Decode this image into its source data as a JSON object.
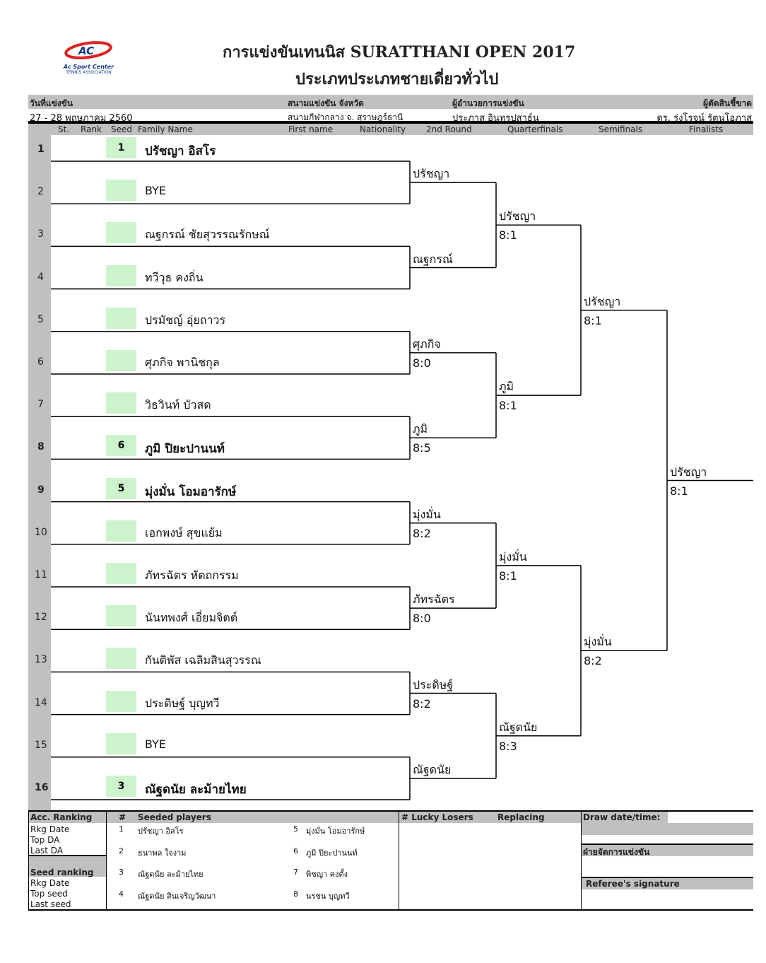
{
  "logo": {
    "text": "AC",
    "line1": "Ac Sport Center",
    "line2": "TENNIS ASSOCIATION"
  },
  "title": "การแข่งขันเทนนิส SURATTHANI OPEN 2017",
  "subtitle": "ประเภทประเภทชายเดี่ยวทั่วไป",
  "info": {
    "date_label": "วันที่แข่งขัน",
    "date": "27 - 28  พฤษภาคม  2560",
    "venue_label": "สนามแข่งขัน จังหวัด",
    "venue": "สนามกีฬากลาง จ. สุราษฎร์ธานี",
    "director_label": "ผู้อำนวยการแข่งขัน",
    "director": "ประภาส  อินทรปสาธ์น",
    "referee_label": "ผู้ตัดสินชี้ขาด",
    "referee": "ดร. รุ่งโรจน์   รัตนโอภาส"
  },
  "columns": {
    "st": "St.",
    "rank": "Rank",
    "seed": "Seed",
    "family": "Family Name",
    "first": "First name",
    "nat": "Nationality",
    "r2": "2nd Round",
    "qf": "Quarterfinals",
    "sf": "Semifinals",
    "f": "Finalists"
  },
  "players": [
    {
      "num": "1",
      "seed": "1",
      "name": "ปรัชญา  อิสโร",
      "bold": true
    },
    {
      "num": "2",
      "seed": "",
      "name": "BYE",
      "bold": false
    },
    {
      "num": "3",
      "seed": "",
      "name": "ณฐกรณ์  ชัยสุวรรณรักษณ์",
      "bold": false
    },
    {
      "num": "4",
      "seed": "",
      "name": "ทวีวุธ  คงถิ่น",
      "bold": false
    },
    {
      "num": "5",
      "seed": "",
      "name": "ปรมัชญ์  อุ่ยถาวร",
      "bold": false
    },
    {
      "num": "6",
      "seed": "",
      "name": "ศุภกิจ  พานิชกุล",
      "bold": false
    },
    {
      "num": "7",
      "seed": "",
      "name": "วิธวินท์  บัวสด",
      "bold": false
    },
    {
      "num": "8",
      "seed": "6",
      "name": "ภูมิ  ปิยะปานนท์",
      "bold": true
    },
    {
      "num": "9",
      "seed": "5",
      "name": "มุ่งมั่น  โอมอารักษ์",
      "bold": true
    },
    {
      "num": "10",
      "seed": "",
      "name": "เอกพงษ์  สุขแย้ม",
      "bold": false
    },
    {
      "num": "11",
      "seed": "",
      "name": "ภัทรฉัตร  หัตถกรรม",
      "bold": false
    },
    {
      "num": "12",
      "seed": "",
      "name": "นันทพงศ์  เอี่ยมจิตต์",
      "bold": false
    },
    {
      "num": "13",
      "seed": "",
      "name": "กันติพัส  เฉลิมสินสุวรรณ",
      "bold": false
    },
    {
      "num": "14",
      "seed": "",
      "name": "ประดิษฐ์  บุญทวี",
      "bold": false
    },
    {
      "num": "15",
      "seed": "",
      "name": "BYE",
      "bold": false
    },
    {
      "num": "16",
      "seed": "3",
      "name": "ณัฐดนัย  ละม้ายไทย",
      "bold": true
    }
  ],
  "rounds": [
    [
      {
        "name": "ปรัชญา",
        "score": ""
      },
      {
        "name": "ณฐกรณ์",
        "score": ""
      },
      {
        "name": "ศุภกิจ",
        "score": "8:0"
      },
      {
        "name": "ภูมิ",
        "score": "8:5"
      },
      {
        "name": "มุ่งมั่น",
        "score": "8:2"
      },
      {
        "name": "ภัทรฉัตร",
        "score": "8:0"
      },
      {
        "name": "ประดิษฐ์",
        "score": "8:2"
      },
      {
        "name": "ณัฐดนัย",
        "score": ""
      }
    ],
    [
      {
        "name": "ปรัชญา",
        "score": "8:1"
      },
      {
        "name": "ภูมิ",
        "score": "8:1"
      },
      {
        "name": "มุ่งมั่น",
        "score": "8:1"
      },
      {
        "name": "ณัฐดนัย",
        "score": "8:3"
      }
    ],
    [
      {
        "name": "ปรัชญา",
        "score": "8:1"
      },
      {
        "name": "มุ่งมั่น",
        "score": "8:2"
      }
    ],
    [
      {
        "name": "ปรัชญา",
        "score": "8:1"
      }
    ]
  ],
  "footer": {
    "acc_ranking": "Acc. Ranking",
    "rkg_date": "Rkg Date",
    "top_da": "Top DA",
    "last_da": "Last DA",
    "seed_ranking": "Seed ranking",
    "rkg_date2": "Rkg Date",
    "top_seed": "Top seed",
    "last_seed": "Last seed",
    "hash": "#",
    "seeded_players": "Seeded players",
    "seeded": [
      {
        "n": "1",
        "name": "ปรัชญา  อิสโร"
      },
      {
        "n": "2",
        "name": "ธนาพล  ใจงาม"
      },
      {
        "n": "3",
        "name": "ณัฐดนัย  ละม้ายไทย"
      },
      {
        "n": "4",
        "name": "ณัฐดนัย  สินเจริญวัฒนา"
      },
      {
        "n": "5",
        "name": "มุ่งมั่น  โอมอารักษ์"
      },
      {
        "n": "6",
        "name": "ภูมิ  ปิยะปานนท์"
      },
      {
        "n": "7",
        "name": "พิชญา  คงตั้ง"
      },
      {
        "n": "8",
        "name": "นรชน  บุญทวี"
      }
    ],
    "lucky_losers": "# Lucky Losers",
    "replacing": "Replacing",
    "draw_date": "Draw date/time:",
    "organizer": "ฝ่ายจัดการแข่งขัน",
    "referee_sig": "Referee's signature"
  }
}
